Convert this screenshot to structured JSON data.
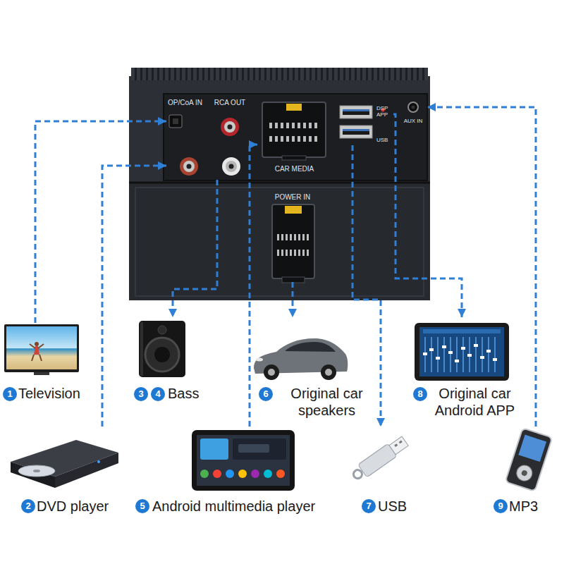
{
  "diagram": {
    "nodes": [
      {
        "text": [
          "OP/CoA IN"
        ]
      },
      {
        "text": [
          "RCA OUT"
        ]
      },
      {
        "text": [
          "CAR MEDIA"
        ]
      },
      {
        "text": [
          "DSP APP"
        ]
      },
      {
        "text": [
          "USB"
        ]
      },
      {
        "text": [
          "AUX IN"
        ]
      },
      {
        "text": [
          "POWER IN"
        ]
      },
      {
        "text": [
          "Television"
        ]
      },
      {
        "text": [
          "Bass"
        ]
      },
      {
        "text": [
          "Original car speakers"
        ]
      },
      {
        "text": [
          "Original car Android APP"
        ]
      },
      {
        "text": [
          "DVD player"
        ]
      },
      {
        "text": [
          "Android multimedia player"
        ]
      },
      {
        "text": [
          "USB"
        ]
      },
      {
        "text": [
          "MP3"
        ]
      }
    ],
    "edges": [
      {
        "from": 7,
        "to": 0,
        "arrow": "to"
      },
      {
        "from": 11,
        "to": 0,
        "arrow": "to"
      },
      {
        "from": 1,
        "to": 8,
        "arrow": "to"
      },
      {
        "from": 12,
        "to": 2,
        "arrow": "to"
      },
      {
        "from": 6,
        "to": 9,
        "arrow": "to"
      },
      {
        "from": 4,
        "to": 13,
        "arrow": "to"
      },
      {
        "from": 3,
        "to": 10,
        "arrow": "to"
      },
      {
        "from": 14,
        "to": 5,
        "arrow": "to"
      }
    ],
    "labels": [
      "1",
      "3",
      "4",
      "6",
      "8",
      "2",
      "5",
      "7",
      "9"
    ]
  }
}
